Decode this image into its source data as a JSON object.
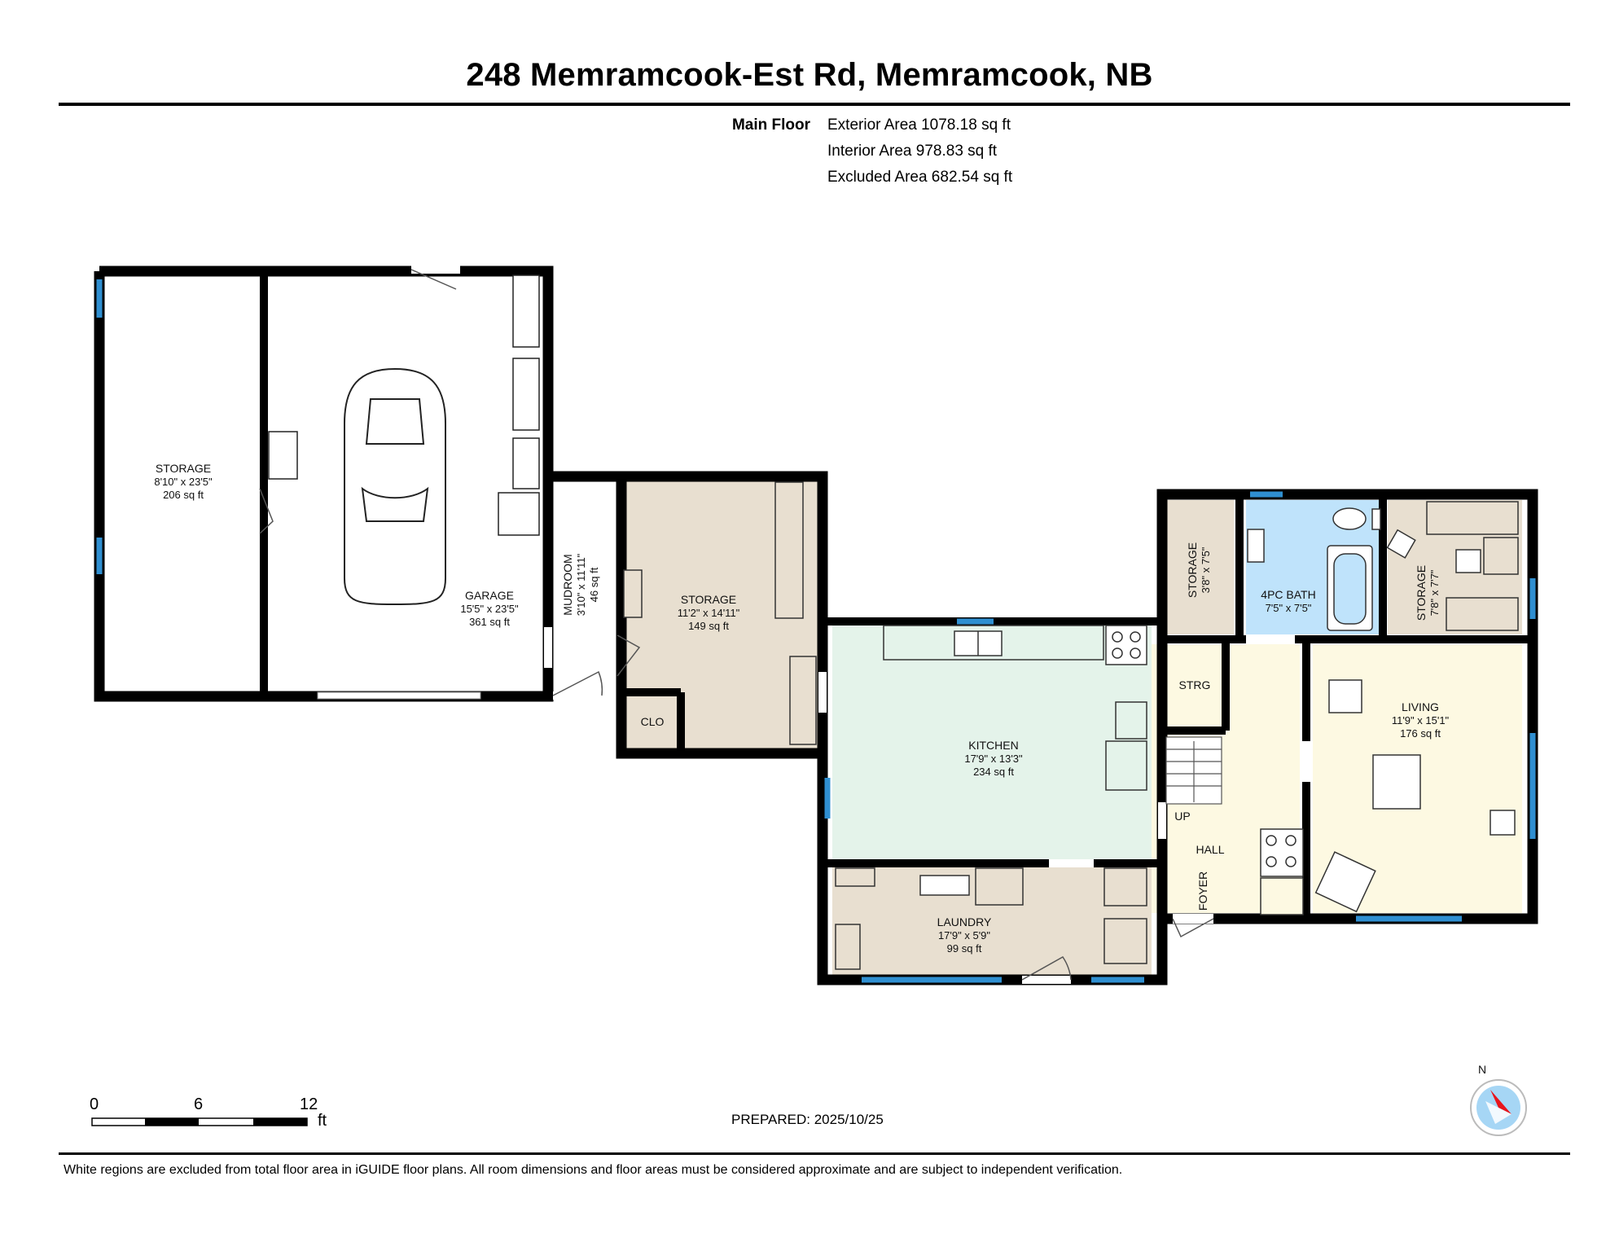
{
  "title": "248 Memramcook-Est Rd, Memramcook, NB",
  "floor_summary": {
    "floor_name": "Main Floor",
    "exterior_area": "Exterior Area 1078.18 sq ft",
    "interior_area": "Interior Area 978.83 sq ft",
    "excluded_area": "Excluded Area 682.54 sq ft"
  },
  "rooms": {
    "storage_west": {
      "name": "STORAGE",
      "dims": "8'10\" x 23'5\"",
      "area": "206 sq ft"
    },
    "garage": {
      "name": "GARAGE",
      "dims": "15'5\" x 23'5\"",
      "area": "361 sq ft"
    },
    "mudroom": {
      "name": "MUDROOM",
      "dims": "3'10\" x 11'11\"",
      "area": "46 sq ft"
    },
    "storage_center": {
      "name": "STORAGE",
      "dims": "11'2\" x 14'11\"",
      "area": "149 sq ft"
    },
    "clo": {
      "name": "CLO"
    },
    "kitchen": {
      "name": "KITCHEN",
      "dims": "17'9\" x 13'3\"",
      "area": "234 sq ft"
    },
    "laundry": {
      "name": "LAUNDRY",
      "dims": "17'9\" x 5'9\"",
      "area": "99 sq ft"
    },
    "storage_small": {
      "name": "STORAGE",
      "dims": "3'8\" x 7'5\""
    },
    "bath": {
      "name": "4PC BATH",
      "dims": "7'5\" x 7'5\""
    },
    "storage_east": {
      "name": "STORAGE",
      "dims": "7'8\" x 7'7\""
    },
    "strg": {
      "name": "STRG"
    },
    "up": {
      "name": "UP"
    },
    "hall": {
      "name": "HALL"
    },
    "foyer": {
      "name": "FOYER"
    },
    "living": {
      "name": "LIVING",
      "dims": "11'9\" x 15'1\"",
      "area": "176 sq ft"
    }
  },
  "scale_bar": {
    "label_0": "0",
    "label_6": "6",
    "label_12": "12",
    "unit": "ft"
  },
  "compass": {
    "label": "N",
    "icon": "compass-icon",
    "needle_color": "#e8141b",
    "dial_color": "#a6d6f5"
  },
  "prepared": "PREPARED: 2025/10/25",
  "disclaimer": "White regions are excluded from total floor area in iGUIDE floor plans. All room dimensions and floor areas must be considered approximate and are subject to independent verification.",
  "colors": {
    "wall": "#000000",
    "storage_fill": "#e8dfd0",
    "kitchen_fill": "#e4f3ea",
    "bath_fill": "#bfe3fb",
    "hall_fill": "#fdf9e2",
    "window": "#2f8fd1"
  }
}
